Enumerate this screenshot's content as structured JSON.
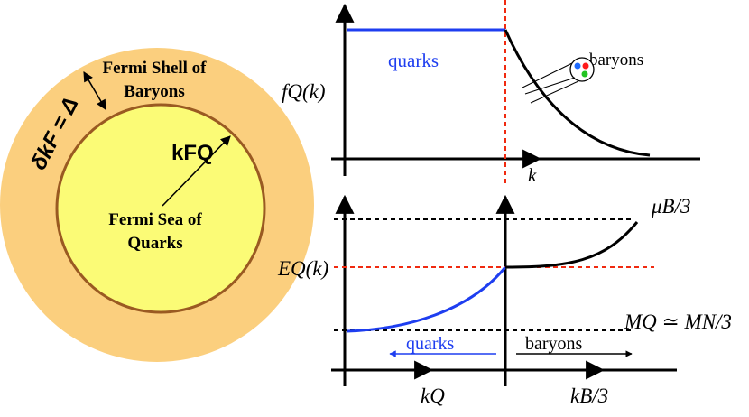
{
  "colors": {
    "outer_shell": "#fbcf7e",
    "inner_sea": "#fbfb76",
    "inner_rim": "#9a5a22",
    "quark_curve": "#1e3ef0",
    "guide_red": "#f02a10",
    "axis": "#000000",
    "baryon_red": "#ff1a1a",
    "baryon_blue": "#1e6bff",
    "baryon_green": "#22c422"
  },
  "left_diagram": {
    "shell_label_line1": "Fermi Shell of",
    "shell_label_line2": "Baryons",
    "delta_k_label": "δkF = Δ",
    "kfq_label": "kFQ",
    "sea_label_line1": "Fermi Sea of",
    "sea_label_line2": "Quarks"
  },
  "top_plot": {
    "ylabel": "fQ(k)",
    "xlabel": "k",
    "quarks_label": "quarks",
    "baryons_label": "baryons"
  },
  "bottom_plot": {
    "ylabel": "EQ(k)",
    "muB_label": "μB/3",
    "MQ_label": "MQ ≃ MN/3",
    "quarks_arrow_label": "quarks",
    "baryons_arrow_label": "baryons",
    "kQ_label": "kQ",
    "kB_label": "kB/3"
  }
}
